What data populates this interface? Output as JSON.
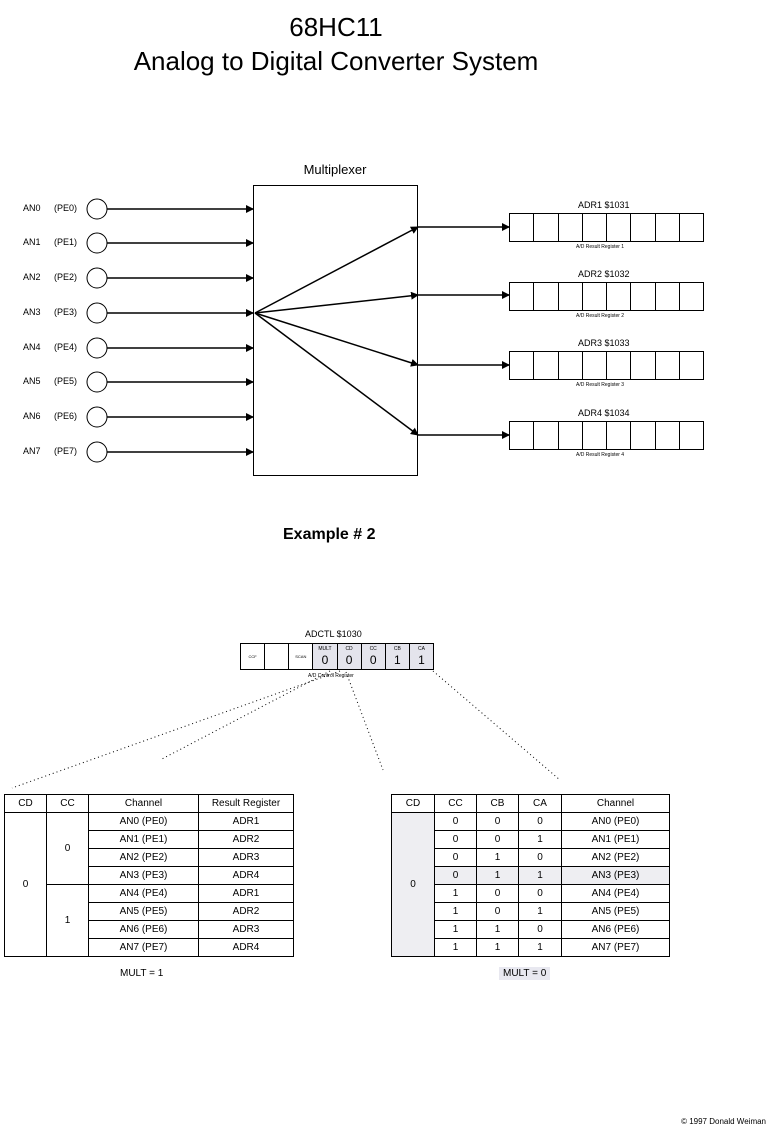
{
  "title": {
    "line1": "68HC11",
    "line2": "Analog to Digital Converter System"
  },
  "multiplexer_label": "Multiplexer",
  "inputs": [
    {
      "an": "AN0",
      "pe": "(PE0)"
    },
    {
      "an": "AN1",
      "pe": "(PE1)"
    },
    {
      "an": "AN2",
      "pe": "(PE2)"
    },
    {
      "an": "AN3",
      "pe": "(PE3)"
    },
    {
      "an": "AN4",
      "pe": "(PE4)"
    },
    {
      "an": "AN5",
      "pe": "(PE5)"
    },
    {
      "an": "AN6",
      "pe": "(PE6)"
    },
    {
      "an": "AN7",
      "pe": "(PE7)"
    }
  ],
  "result_registers": [
    {
      "title": "ADR1  $1031",
      "sub": "A/D Result Register  1"
    },
    {
      "title": "ADR2  $1032",
      "sub": "A/D Result Register  2"
    },
    {
      "title": "ADR3  $1033",
      "sub": "A/D Result Register  3"
    },
    {
      "title": "ADR4  $1034",
      "sub": "A/D Result Register  4"
    }
  ],
  "example_label": "Example # 2",
  "adctl": {
    "title": "ADCTL  $1030",
    "sub": "A/D Control Register",
    "bits": [
      {
        "name": "",
        "mid": "CCF",
        "value": ""
      },
      {
        "name": "",
        "mid": "",
        "value": ""
      },
      {
        "name": "",
        "mid": "SCAN",
        "value": ""
      },
      {
        "name": "MULT",
        "mid": "",
        "value": "0"
      },
      {
        "name": "CD",
        "mid": "",
        "value": "0"
      },
      {
        "name": "CC",
        "mid": "",
        "value": "0"
      },
      {
        "name": "CB",
        "mid": "",
        "value": "1"
      },
      {
        "name": "CA",
        "mid": "",
        "value": "1"
      }
    ]
  },
  "table_left": {
    "headers": [
      "CD",
      "CC",
      "Channel",
      "Result Register"
    ],
    "cd_value": "0",
    "cc_values": [
      "0",
      "1"
    ],
    "rows": [
      {
        "channel": "AN0  (PE0)",
        "register": "ADR1"
      },
      {
        "channel": "AN1  (PE1)",
        "register": "ADR2"
      },
      {
        "channel": "AN2  (PE2)",
        "register": "ADR3"
      },
      {
        "channel": "AN3  (PE3)",
        "register": "ADR4"
      },
      {
        "channel": "AN4  (PE4)",
        "register": "ADR1"
      },
      {
        "channel": "AN5  (PE5)",
        "register": "ADR2"
      },
      {
        "channel": "AN6  (PE6)",
        "register": "ADR3"
      },
      {
        "channel": "AN7  (PE7)",
        "register": "ADR4"
      }
    ],
    "caption": "MULT = 1"
  },
  "table_right": {
    "headers": [
      "CD",
      "CC",
      "CB",
      "CA",
      "Channel"
    ],
    "cd_value": "0",
    "rows": [
      {
        "cc": "0",
        "cb": "0",
        "ca": "0",
        "channel": "AN0  (PE0)"
      },
      {
        "cc": "0",
        "cb": "0",
        "ca": "1",
        "channel": "AN1  (PE1)"
      },
      {
        "cc": "0",
        "cb": "1",
        "ca": "0",
        "channel": "AN2  (PE2)"
      },
      {
        "cc": "0",
        "cb": "1",
        "ca": "1",
        "channel": "AN3  (PE3)"
      },
      {
        "cc": "1",
        "cb": "0",
        "ca": "0",
        "channel": "AN4  (PE4)"
      },
      {
        "cc": "1",
        "cb": "0",
        "ca": "1",
        "channel": "AN5  (PE5)"
      },
      {
        "cc": "1",
        "cb": "1",
        "ca": "0",
        "channel": "AN6  (PE6)"
      },
      {
        "cc": "1",
        "cb": "1",
        "ca": "1",
        "channel": "AN7  (PE7)"
      }
    ],
    "highlighted_row": 3,
    "caption": "MULT = 0"
  },
  "copyright": "© 1997 Donald Weiman"
}
